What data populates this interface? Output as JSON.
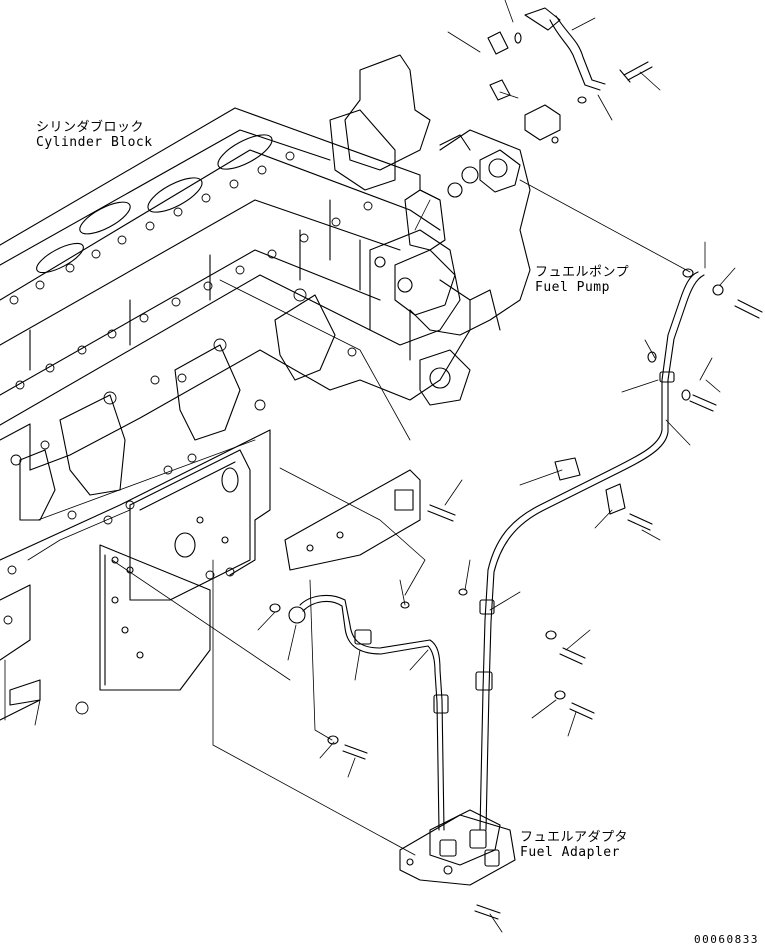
{
  "labels": {
    "cylinder_block": {
      "jp": "シリンダブロック",
      "en": "Cylinder Block"
    },
    "fuel_pump": {
      "jp": "フュエルポンプ",
      "en": "Fuel Pump"
    },
    "fuel_adapter": {
      "jp": "フュエルアダプタ",
      "en": "Fuel Adapler"
    }
  },
  "drawing_number": "00060833"
}
